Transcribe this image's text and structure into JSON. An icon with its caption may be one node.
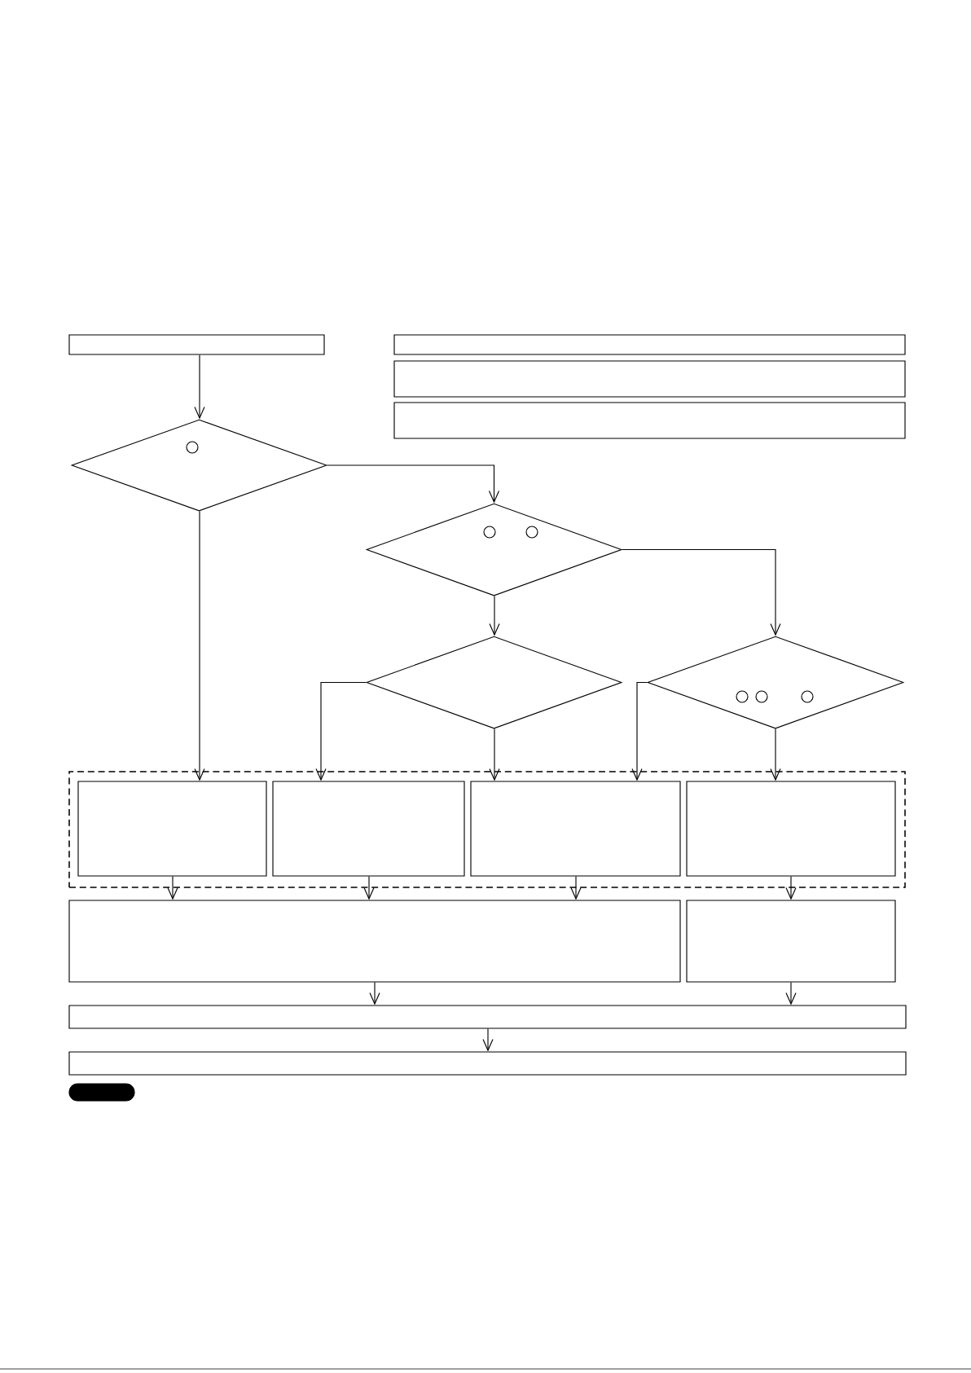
{
  "diagram": {
    "nodes": [
      {
        "text": [],
        "shape": "box"
      },
      {
        "text": [],
        "shape": "box"
      },
      {
        "text": [],
        "shape": "box"
      },
      {
        "text": [],
        "shape": "box"
      },
      {
        "text": [],
        "shape": "diamond"
      },
      {
        "text": [],
        "shape": "diamond"
      },
      {
        "text": [],
        "shape": "diamond"
      },
      {
        "text": [],
        "shape": "diamond"
      },
      {
        "text": [],
        "shape": "box"
      },
      {
        "text": [],
        "shape": "box",
        "in": 8
      },
      {
        "text": [],
        "shape": "box",
        "in": 8
      },
      {
        "text": [],
        "shape": "box",
        "in": 8
      },
      {
        "text": [],
        "shape": "box",
        "in": 8
      },
      {
        "text": [],
        "shape": "box"
      },
      {
        "text": [],
        "shape": "box"
      },
      {
        "text": [],
        "shape": "box"
      },
      {
        "text": [],
        "shape": "box"
      },
      {
        "text": [],
        "shape": "bar"
      }
    ],
    "edges": [
      {
        "from": 0,
        "to": 4,
        "arrow": "to"
      },
      {
        "from": 4,
        "to": 5,
        "arrow": "to"
      },
      {
        "from": 4,
        "to": 9,
        "arrow": "to"
      },
      {
        "from": 5,
        "to": 6,
        "arrow": "to"
      },
      {
        "from": 5,
        "to": 7,
        "arrow": "to"
      },
      {
        "from": 6,
        "to": 10,
        "arrow": "to"
      },
      {
        "from": 6,
        "to": 11,
        "arrow": "to"
      },
      {
        "from": 7,
        "to": 11,
        "arrow": "to"
      },
      {
        "from": 7,
        "to": 12,
        "arrow": "to"
      },
      {
        "from": 9,
        "to": 13,
        "arrow": "to"
      },
      {
        "from": 10,
        "to": 13,
        "arrow": "to"
      },
      {
        "from": 11,
        "to": 13,
        "arrow": "to"
      },
      {
        "from": 12,
        "to": 14,
        "arrow": "to"
      },
      {
        "from": 13,
        "to": 15,
        "arrow": "to"
      },
      {
        "from": 14,
        "to": 15,
        "arrow": "to"
      },
      {
        "from": 15,
        "to": 16,
        "arrow": "to"
      }
    ]
  }
}
